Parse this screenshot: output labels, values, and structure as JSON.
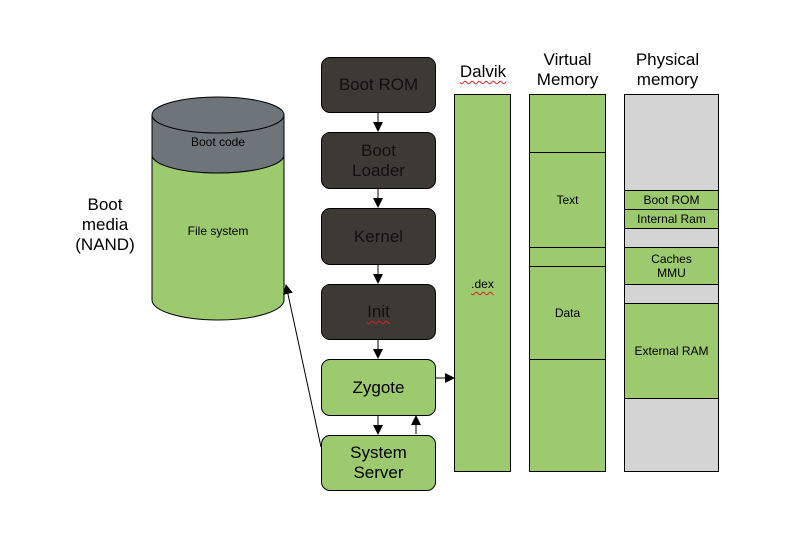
{
  "boot_media": {
    "label_lines": [
      "Boot",
      "media",
      "(NAND)"
    ],
    "boot_code": "Boot code",
    "file_system": "File system"
  },
  "boot_chain": [
    {
      "label": "Boot ROM",
      "style": "dark"
    },
    {
      "label": "Boot Loader",
      "style": "dark"
    },
    {
      "label": "Kernel",
      "style": "dark"
    },
    {
      "label": "Init",
      "style": "dark"
    },
    {
      "label": "Zygote",
      "style": "green"
    },
    {
      "label": "System Server",
      "style": "green"
    }
  ],
  "dalvik": {
    "header": "Dalvik",
    "content": ".dex"
  },
  "virtual_memory": {
    "header_lines": [
      "Virtual",
      "Memory"
    ],
    "segments": [
      "",
      "Text",
      "",
      "Data",
      ""
    ]
  },
  "physical_memory": {
    "header_lines": [
      "Physical",
      "memory"
    ],
    "segments": [
      "",
      "Boot ROM",
      "Internal Ram",
      "",
      "Caches MMU",
      "",
      "External RAM",
      ""
    ]
  },
  "colors": {
    "green": "#9dc96f",
    "dark": "#3b3a35",
    "gray": "#d4d4d4"
  }
}
